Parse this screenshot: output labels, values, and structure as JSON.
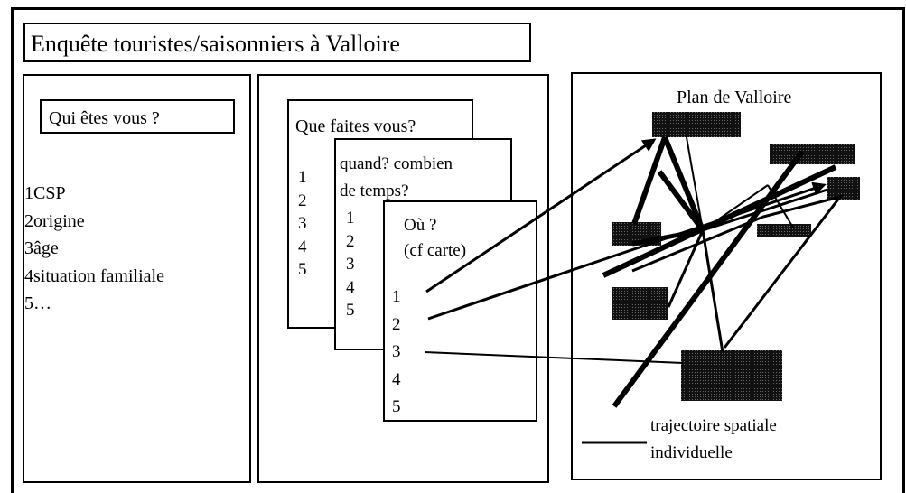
{
  "title": "Enquête touristes/saisonniers à Valloire",
  "panel_who": {
    "heading": "Qui êtes vous ?",
    "items": [
      "1CSP",
      "2origine",
      "3âge",
      "4situation familiale",
      "5…"
    ]
  },
  "panel_what": {
    "card1": {
      "heading": "Que faites vous?",
      "items": [
        "1",
        "2",
        "3",
        "4",
        "5"
      ]
    },
    "card2": {
      "heading_line1": "quand? combien",
      "heading_line2": "de temps?",
      "items": [
        "1",
        "2",
        "3",
        "4",
        "5"
      ]
    },
    "card3": {
      "heading_line1": "Où ?",
      "heading_line2": "(cf carte)",
      "items": [
        "1",
        "2",
        "3",
        "4",
        "5"
      ]
    }
  },
  "map_panel": {
    "heading": "Plan de Valloire",
    "legend_line1": "trajectoire spatiale",
    "legend_line2": "individuelle"
  }
}
